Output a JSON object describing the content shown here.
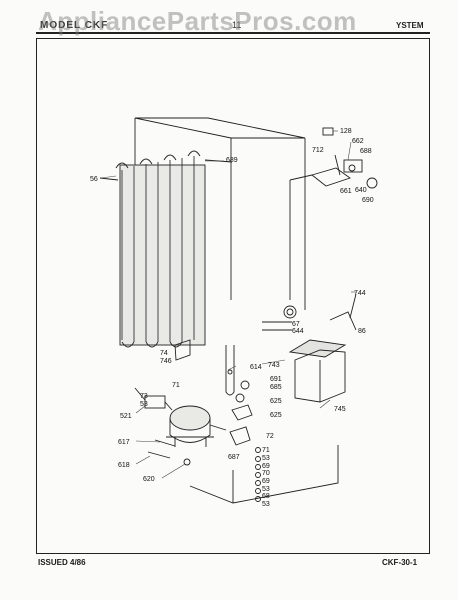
{
  "watermark": "AppliancePartsPros.com",
  "header": {
    "left": "MODEL CKF",
    "middle": "11",
    "right": "YSTEM"
  },
  "footer": {
    "issued": "ISSUED 4/86",
    "code": "CKF-30-1"
  },
  "callouts": [
    {
      "id": "p128",
      "text": "128"
    },
    {
      "id": "p712",
      "text": "712"
    },
    {
      "id": "p662",
      "text": "662"
    },
    {
      "id": "p688",
      "text": "688"
    },
    {
      "id": "p661",
      "text": "661"
    },
    {
      "id": "p640",
      "text": "640"
    },
    {
      "id": "p690",
      "text": "690"
    },
    {
      "id": "p56",
      "text": "56"
    },
    {
      "id": "p689",
      "text": "689"
    },
    {
      "id": "p744",
      "text": "744"
    },
    {
      "id": "p67",
      "text": "67"
    },
    {
      "id": "p644",
      "text": "644"
    },
    {
      "id": "p86",
      "text": "86"
    },
    {
      "id": "p74",
      "text": "74"
    },
    {
      "id": "p746",
      "text": "746"
    },
    {
      "id": "p614",
      "text": "614"
    },
    {
      "id": "p743",
      "text": "743"
    },
    {
      "id": "p71a",
      "text": "71"
    },
    {
      "id": "p691",
      "text": "691"
    },
    {
      "id": "p685",
      "text": "685"
    },
    {
      "id": "p73",
      "text": "73"
    },
    {
      "id": "p53a",
      "text": "53"
    },
    {
      "id": "p625a",
      "text": "625"
    },
    {
      "id": "p745",
      "text": "745"
    },
    {
      "id": "p521",
      "text": "521"
    },
    {
      "id": "p625b",
      "text": "625"
    },
    {
      "id": "p72",
      "text": "72"
    },
    {
      "id": "p617",
      "text": "617"
    },
    {
      "id": "p687",
      "text": "687"
    },
    {
      "id": "p71b",
      "text": "71"
    },
    {
      "id": "p53b",
      "text": "53"
    },
    {
      "id": "p618",
      "text": "618"
    },
    {
      "id": "p69a",
      "text": "69"
    },
    {
      "id": "p70",
      "text": "70"
    },
    {
      "id": "p69b",
      "text": "69"
    },
    {
      "id": "p620",
      "text": "620"
    },
    {
      "id": "p53c",
      "text": "53"
    },
    {
      "id": "p68",
      "text": "68"
    },
    {
      "id": "p53d",
      "text": "53"
    }
  ]
}
